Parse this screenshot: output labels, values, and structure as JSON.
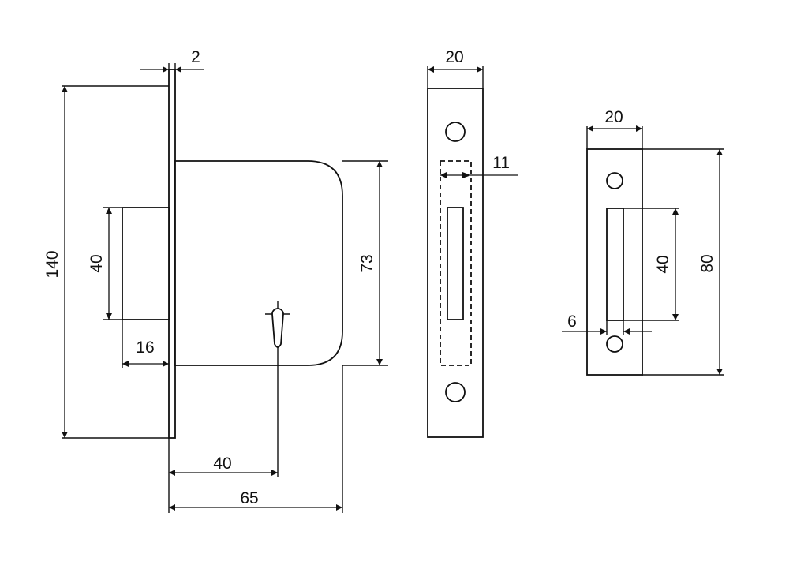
{
  "diagram": {
    "colors": {
      "line": "#111111",
      "background": "#ffffff"
    },
    "lock_side_view": {
      "faceplate_thickness": "2",
      "faceplate_height": "140",
      "bolt_height": "40",
      "bolt_throw": "16",
      "case_height": "73",
      "backset": "40",
      "case_depth": "65"
    },
    "forend_plate": {
      "width": "20",
      "case_width": "11"
    },
    "strike_plate": {
      "width": "20",
      "height": "80",
      "opening_height": "40",
      "opening_offset": "6"
    }
  }
}
